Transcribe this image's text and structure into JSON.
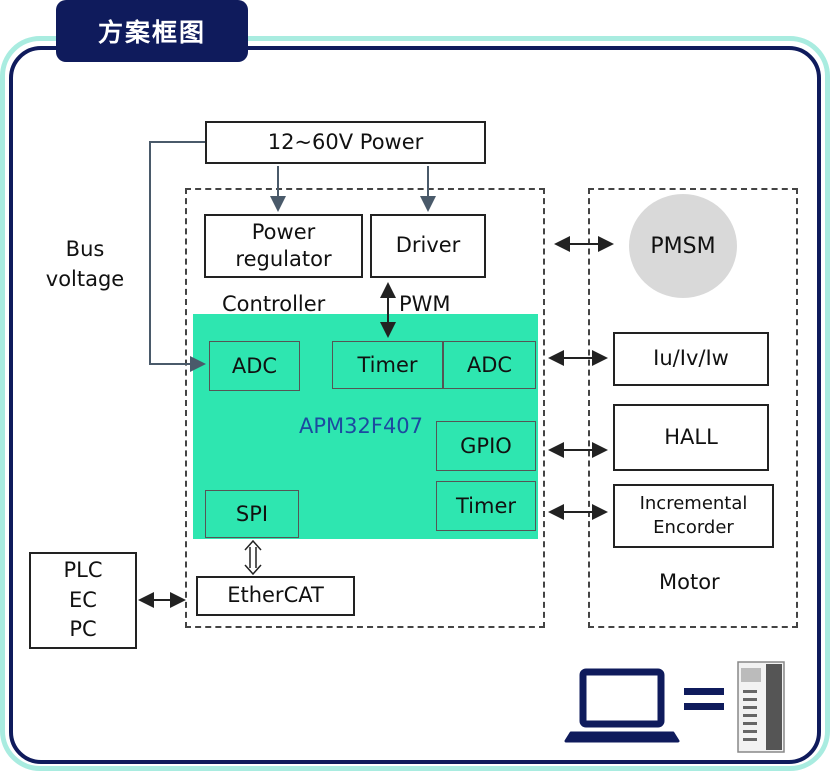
{
  "header": {
    "title": "方案框图"
  },
  "power": {
    "label": "12~60V Power"
  },
  "bus_voltage": {
    "line1": "Bus",
    "line2": "voltage"
  },
  "power_regulator": {
    "line1": "Power",
    "line2": "regulator"
  },
  "driver": {
    "label": "Driver"
  },
  "controller_label": "Controller",
  "pwm_label": "PWM",
  "mcu": {
    "name": "APM32F407",
    "adc_left": "ADC",
    "timer_top": "Timer",
    "adc_right": "ADC",
    "gpio": "GPIO",
    "timer_bottom": "Timer",
    "spi": "SPI"
  },
  "ethercat": {
    "label": "EtherCAT"
  },
  "host": {
    "line1": "PLC",
    "line2": "EC",
    "line3": "PC"
  },
  "motor": {
    "pmsm": "PMSM",
    "currents": "Iu/Iv/Iw",
    "hall": "HALL",
    "encoder_line1": "Incremental",
    "encoder_line2": "Encorder",
    "label": "Motor"
  },
  "colors": {
    "navy": "#0f1b5c",
    "mint": "#a9ece0",
    "mcu_green": "#2ee6b0",
    "pmsm_gray": "#d9d9d9"
  },
  "icons": [
    "laptop-icon",
    "equals-icon",
    "servo-drive-icon"
  ]
}
